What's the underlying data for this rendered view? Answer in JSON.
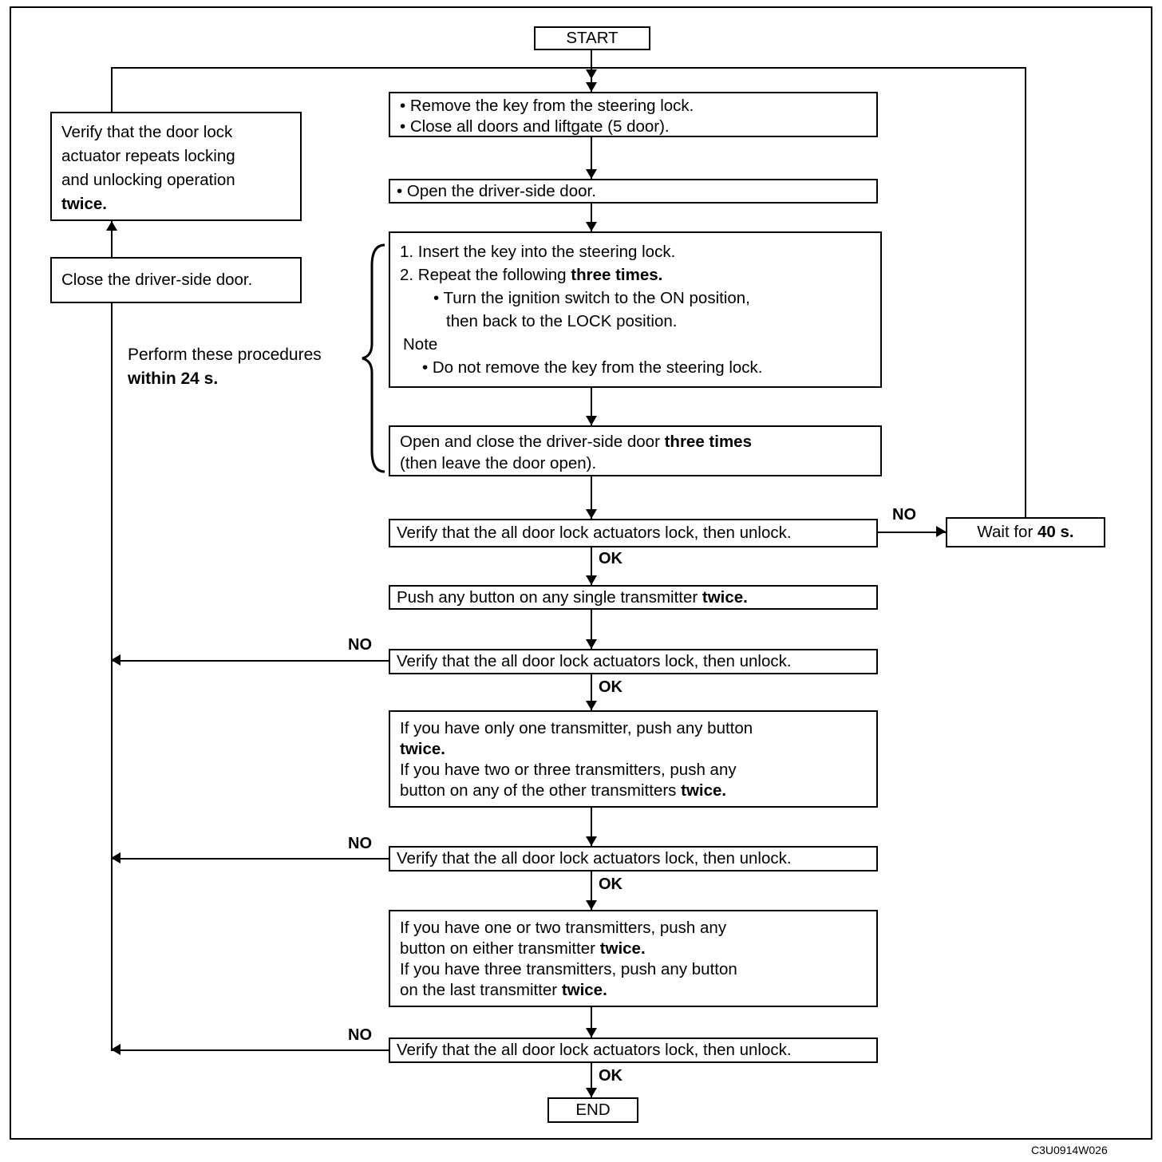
{
  "flow": {
    "start_label": "START",
    "end_label": "END",
    "ok": "OK",
    "no": "NO",
    "code": "C3U0914W026",
    "verify_text": "Verify that the all door lock actuators lock, then unlock.",
    "wait_box": "Wait for **40 s.**",
    "remove_key": {
      "line1": "• Remove the key from  the steering lock.",
      "line2": "• Close all doors and liftgate (5 door)."
    },
    "open_door": "• Open the driver-side door.",
    "ignition": {
      "line1": "1. Insert the key into the steering lock.",
      "line2": "2. Repeat the following **three times.**",
      "line3": "• Turn the ignition switch to the ON position,",
      "line4": "then back to the LOCK position.",
      "line5": "Note",
      "line6": "• Do not remove the key from the steering lock."
    },
    "open_close": {
      "line1": "Open and close the driver-side door **three times**",
      "line2": "(then leave the door open)."
    },
    "push_single": "Push any button on any single transmitter **twice.**",
    "push_other": {
      "line1": "If you have only one transmitter, push any button",
      "line2": "**twice.**",
      "line3": "If you have two or three transmitters, push any",
      "line4": "button on any of the other transmitters **twice.**"
    },
    "push_last": {
      "line1": "If you have one or two transmitters, push any",
      "line2": "button on either transmitter **twice.**",
      "line3": "If you have three transmitters, push any button",
      "line4": "on the last transmitter **twice.**"
    },
    "left_verify": {
      "line1": "Verify that the door lock",
      "line2": "actuator repeats locking",
      "line3": "and unlocking operation",
      "line4": "**twice.**"
    },
    "close_door": "Close the driver-side door.",
    "note24": {
      "line1": "Perform these procedures",
      "line2": "**within 24 s.**"
    }
  }
}
